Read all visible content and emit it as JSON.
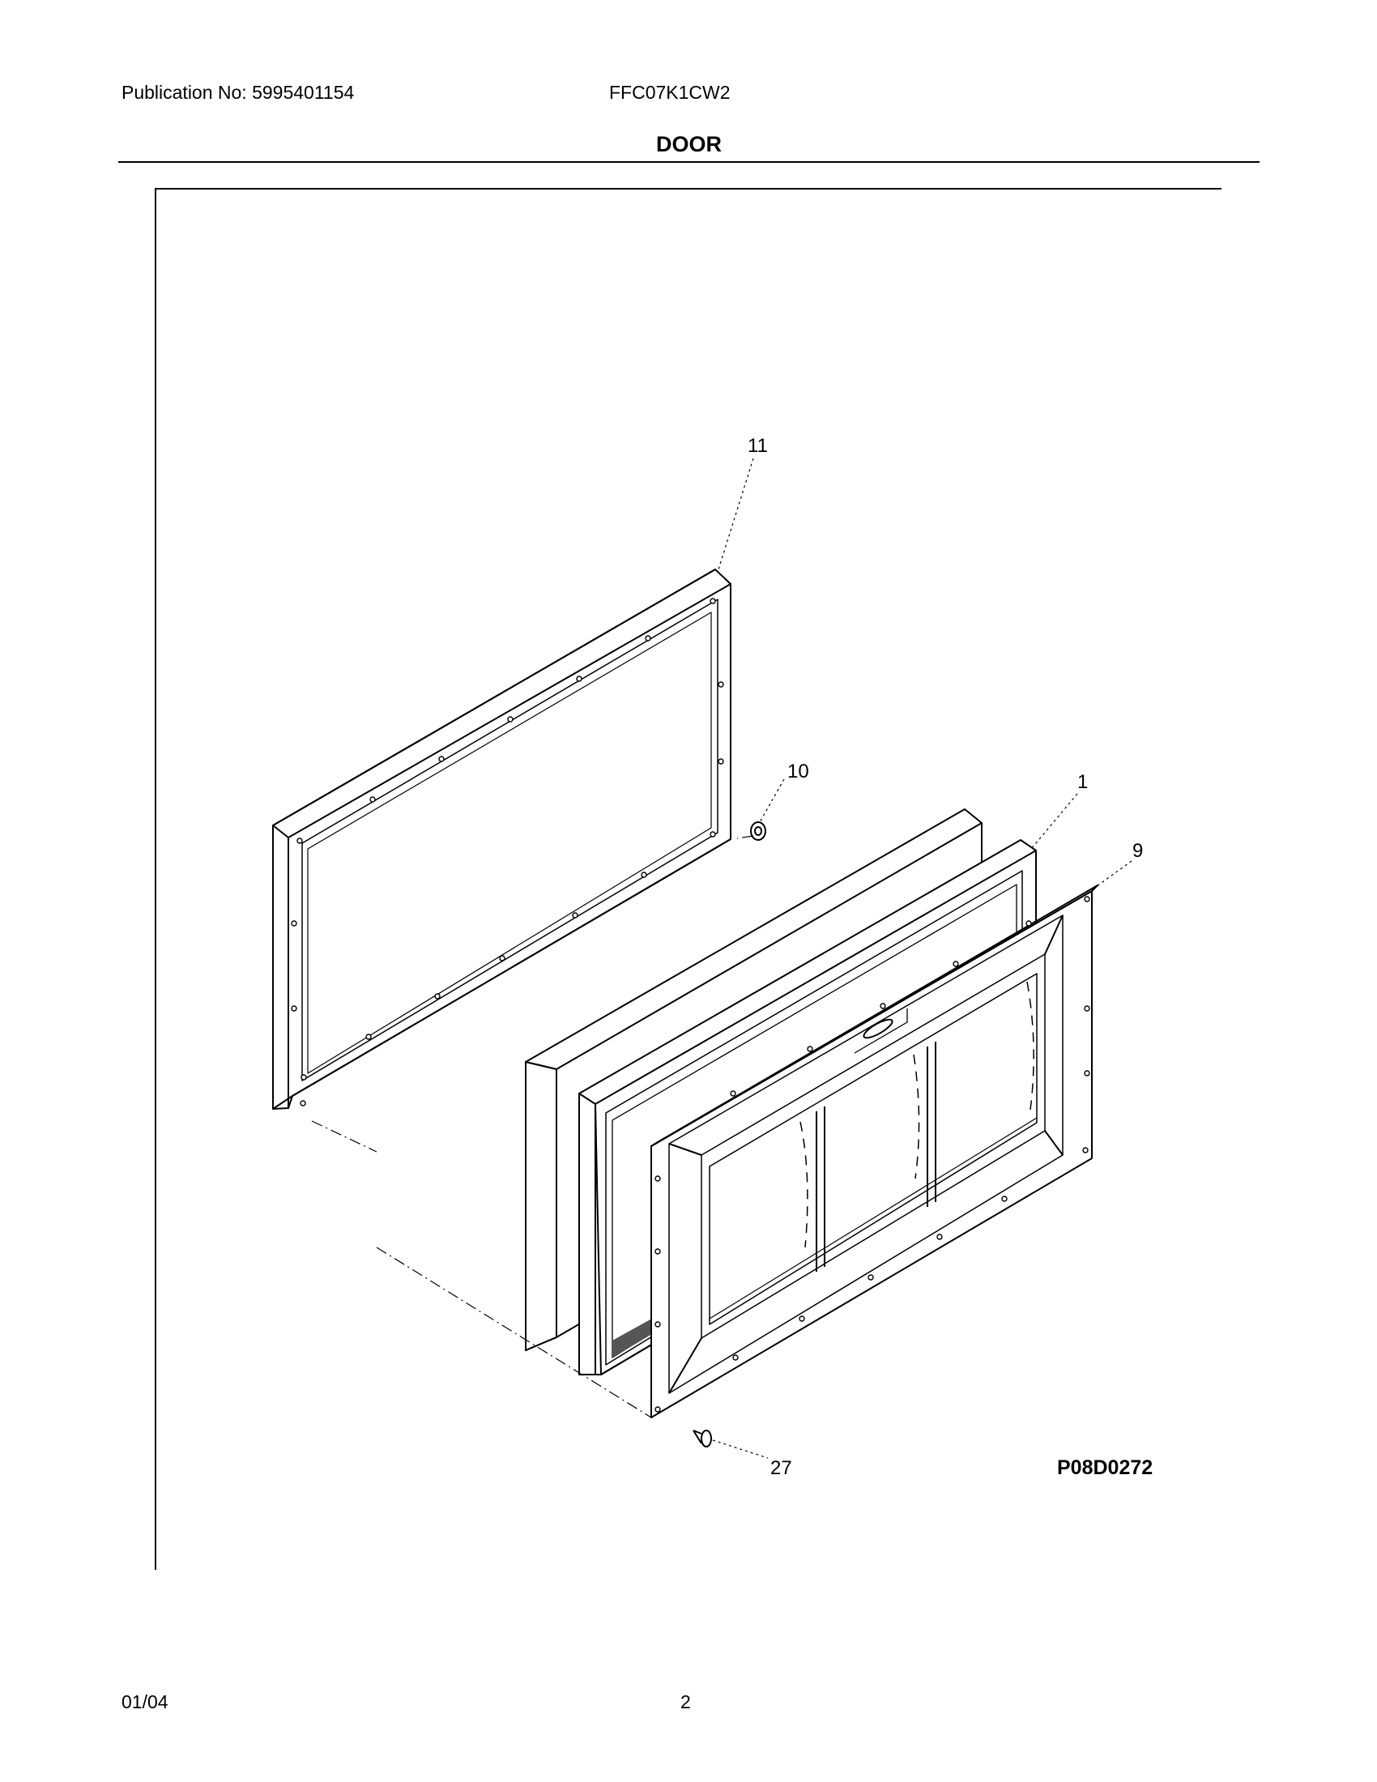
{
  "header": {
    "publication": "Publication No: 5995401154",
    "model": "FFC07K1CW2",
    "section_title": "DOOR"
  },
  "diagram": {
    "callouts": {
      "part_11": "11",
      "part_10": "10",
      "part_1": "1",
      "part_9": "9",
      "part_27": "27"
    },
    "drawing_code": "P08D0272"
  },
  "footer": {
    "date": "01/04",
    "page": "2"
  }
}
